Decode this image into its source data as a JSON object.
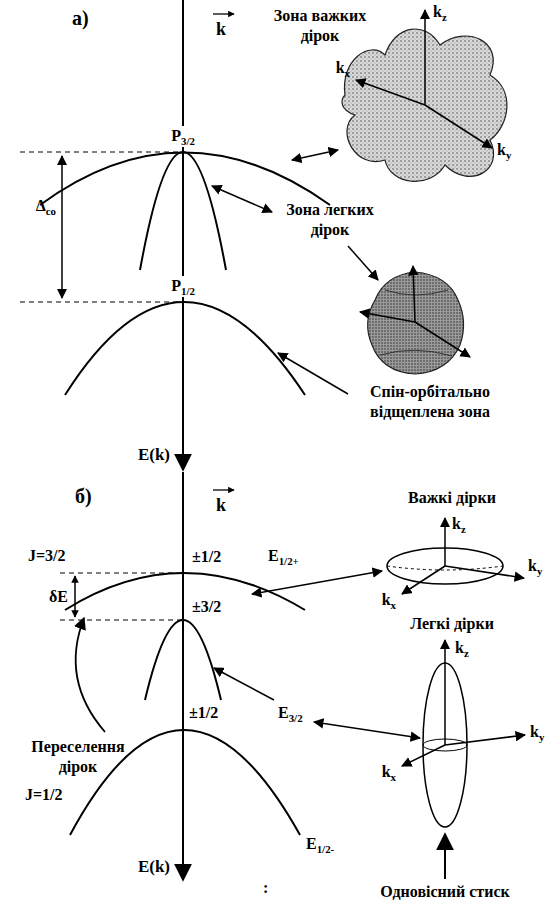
{
  "diagram": {
    "labels": [
      "а)",
      "k",
      "Зона важких дірок",
      "kz",
      "kx",
      "ky",
      "P3/2",
      "Δco",
      "Зона легких дірок",
      "P1/2",
      "E(k)",
      "Спін-орбітально відщеплена зона",
      "б)",
      "Важкі дірки",
      "J=3/2",
      "±1/2",
      "k",
      "E1/2+",
      "kz",
      "ky",
      "kx",
      "δE",
      "±3/2",
      "Легкі дірки",
      "kz",
      "ky",
      "kx",
      "Переселення дірок",
      "E3/2",
      "±1/2",
      "J=1/2",
      "E(k)",
      "E1/2-",
      "Одновісний стиск",
      ":"
    ]
  }
}
